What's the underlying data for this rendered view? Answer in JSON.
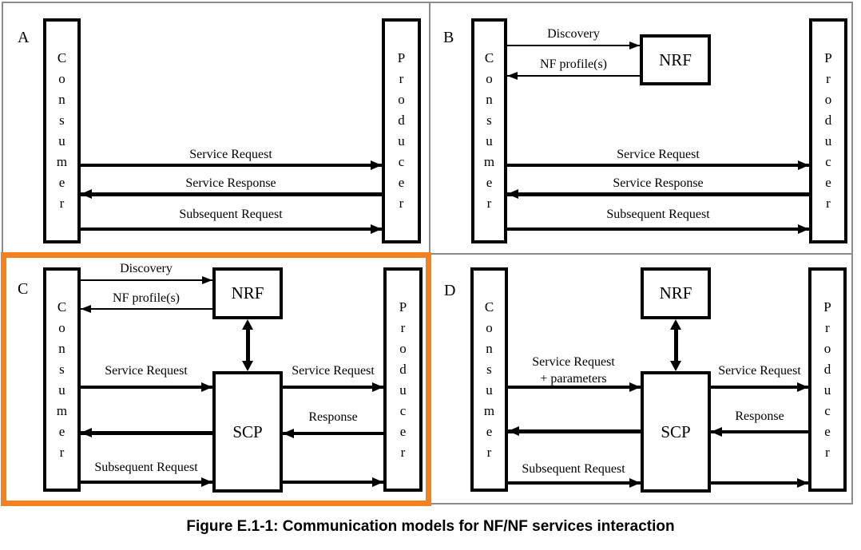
{
  "figure": {
    "caption": "Figure E.1-1: Communication models for NF/NF services interaction"
  },
  "colors": {
    "highlight_orange": "#F4801F",
    "grid_gray": "#8c8c8c",
    "ink": "#000000"
  },
  "panels": {
    "a": {
      "label": "A",
      "consumer_vertical": "C\no\nn\ns\nu\nm\ne\nr",
      "producer_vertical": "P\nr\no\nd\nu\nc\ne\nr",
      "labels": {
        "service_request": "Service Request",
        "service_response": "Service Response",
        "subsequent_request": "Subsequent Request"
      }
    },
    "b": {
      "label": "B",
      "consumer_vertical": "C\no\nn\ns\nu\nm\ne\nr",
      "producer_vertical": "P\nr\no\nd\nu\nc\ne\nr",
      "nrf": "NRF",
      "labels": {
        "discovery": "Discovery",
        "nf_profiles": "NF profile(s)",
        "service_request": "Service Request",
        "service_response": "Service Response",
        "subsequent_request": "Subsequent Request"
      }
    },
    "c": {
      "label": "C",
      "consumer_vertical": "C\no\nn\ns\nu\nm\ne\nr",
      "producer_vertical": "P\nr\no\nd\nu\nc\ne\nr",
      "nrf": "NRF",
      "scp": "SCP",
      "labels": {
        "discovery": "Discovery",
        "nf_profiles": "NF profile(s)",
        "service_request_left": "Service Request",
        "service_request_right": "Service Request",
        "response": "Response",
        "subsequent_request": "Subsequent Request"
      }
    },
    "d": {
      "label": "D",
      "consumer_vertical": "C\no\nn\ns\nu\nm\ne\nr",
      "producer_vertical": "P\nr\no\nd\nu\nc\ne\nr",
      "nrf": "NRF",
      "scp": "SCP",
      "labels": {
        "service_request_params": "Service Request\n+ parameters",
        "service_request_right": "Service Request",
        "response": "Response",
        "subsequent_request": "Subsequent Request"
      }
    }
  }
}
